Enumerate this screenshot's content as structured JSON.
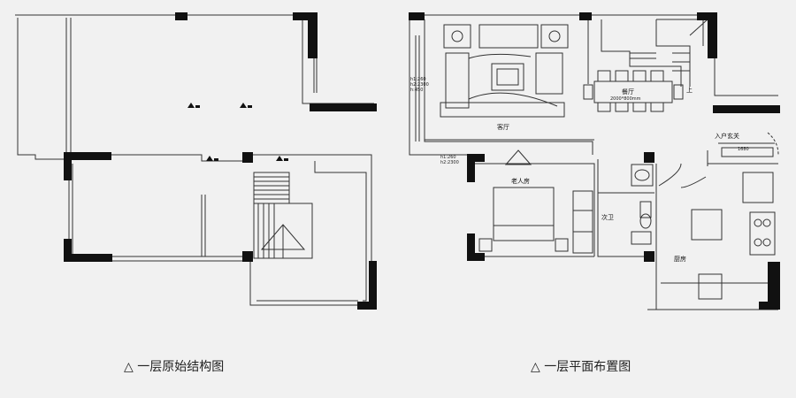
{
  "captions": {
    "left": "△ 一层原始结构图",
    "right": "△ 一层平面布置图"
  },
  "room_labels": {
    "living_room": "客厅",
    "dining_room": "餐厅",
    "elder_room": "老人房",
    "guest_bathroom": "次卫",
    "kitchen": "厨房",
    "entrance": "入户玄关",
    "stair_up": "上"
  },
  "notes": {
    "window_left_1": "h1:260",
    "window_left_2": "h2:2300",
    "window_left_3": "h:450",
    "window_lower_1": "h1:260",
    "window_lower_2": "h2:2300",
    "table_size": "2000*800mm",
    "entrance_width": "1680"
  },
  "colors": {
    "background": "#f1f1f1",
    "wall": "#111111",
    "line": "#333333"
  }
}
